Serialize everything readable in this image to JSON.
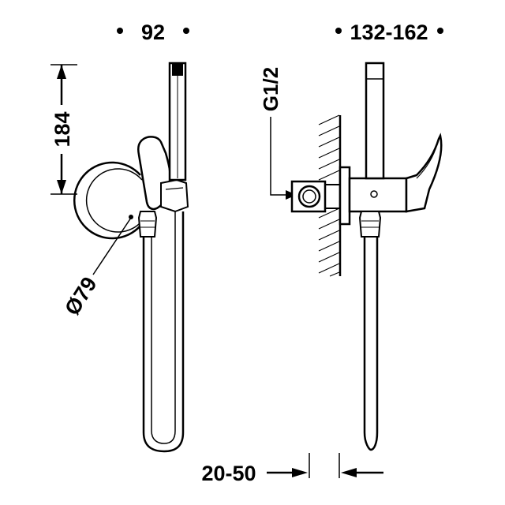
{
  "dimensions": {
    "width_front": "92",
    "depth_range": "132-162",
    "height": "184",
    "diameter": "Ø79",
    "thread": "G1/2",
    "wall_offset": "20-50"
  },
  "colors": {
    "line": "#000000",
    "background": "#ffffff",
    "hatch": "#000000"
  }
}
